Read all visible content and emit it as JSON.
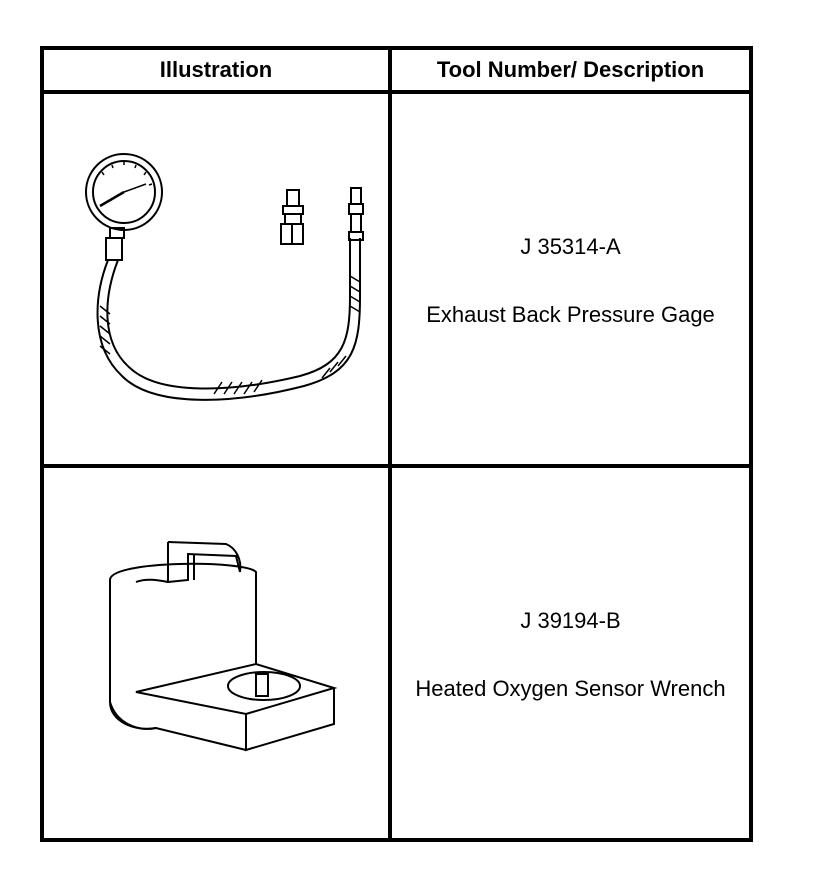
{
  "table": {
    "headers": {
      "illustration": "Illustration",
      "tool": "Tool Number/ Description"
    },
    "rows": [
      {
        "tool_number": "J 35314-A",
        "description": "Exhaust Back Pressure Gage",
        "icon": "pressure-gage-icon"
      },
      {
        "tool_number": "J 39194-B",
        "description": "Heated Oxygen Sensor Wrench",
        "icon": "oxygen-sensor-wrench-icon"
      }
    ]
  }
}
